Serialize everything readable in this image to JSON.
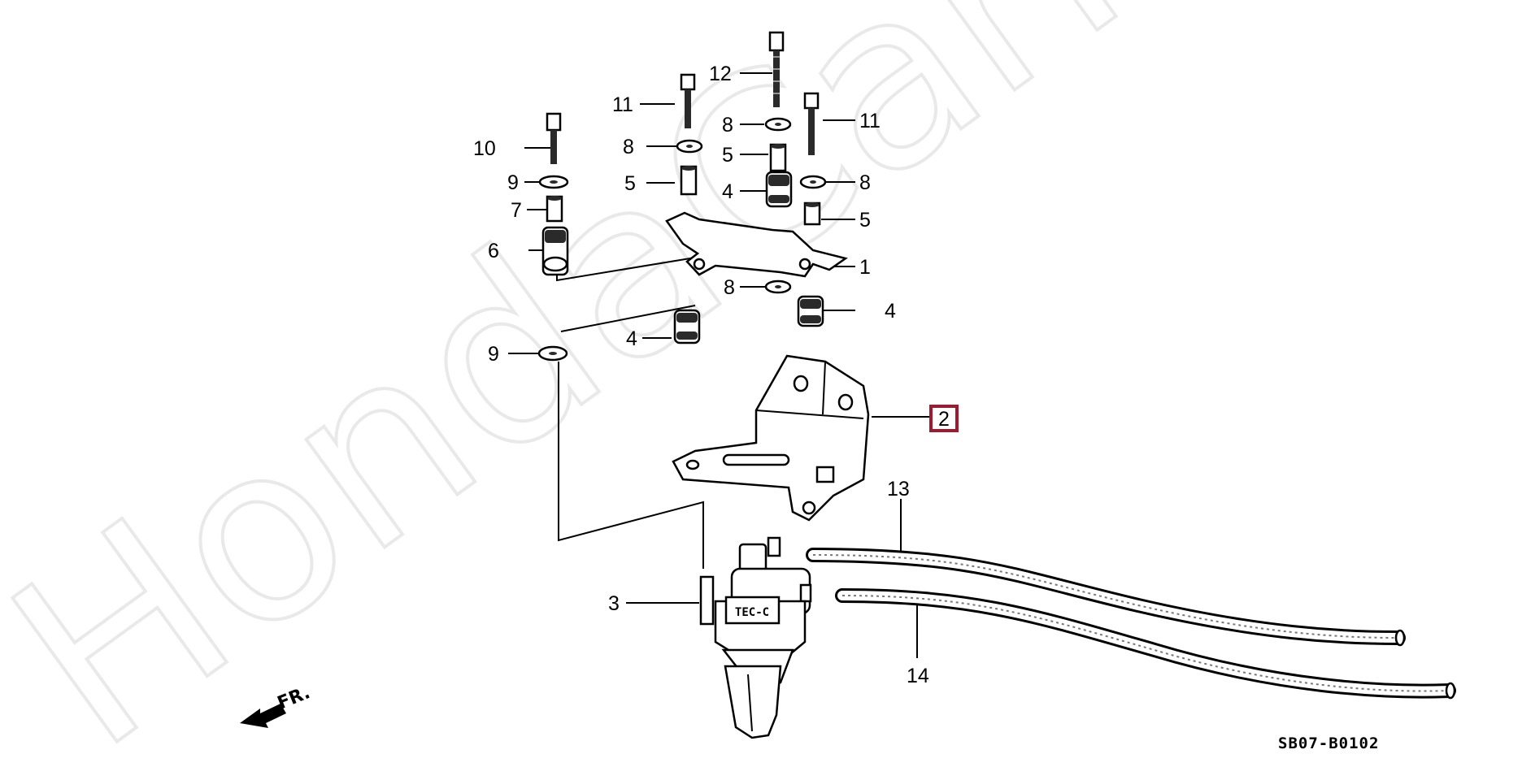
{
  "watermark": "HondaCarMine.ru",
  "diagram_code": "SB07-B0102",
  "front_arrow_label": "FR.",
  "valve_label": "TEC-C",
  "callouts": {
    "c1": "1",
    "c2": "2",
    "c3": "3",
    "c4a": "4",
    "c4b": "4",
    "c4c": "4",
    "c5a": "5",
    "c5b": "5",
    "c5c": "5",
    "c6": "6",
    "c7": "7",
    "c8a": "8",
    "c8b": "8",
    "c8c": "8",
    "c8d": "8",
    "c9a": "9",
    "c9b": "9",
    "c10": "10",
    "c11a": "11",
    "c11b": "11",
    "c12": "12",
    "c13": "13",
    "c14": "14"
  },
  "colors": {
    "highlight": "#9b1b30",
    "watermark": "#e9e9e9"
  }
}
